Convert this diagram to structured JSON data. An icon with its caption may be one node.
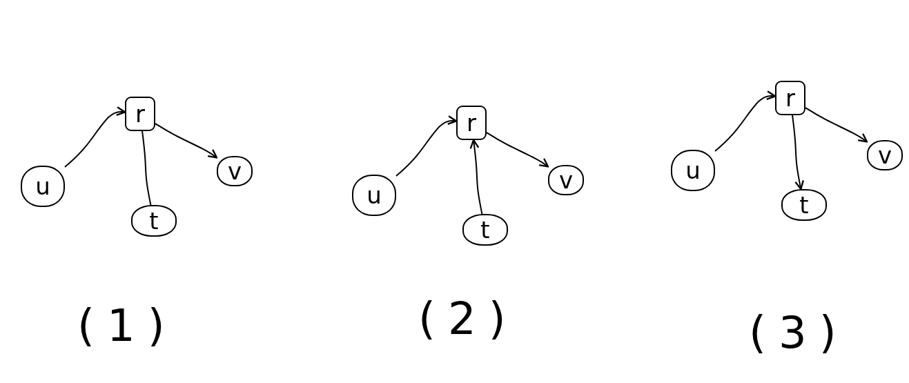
{
  "diagram": {
    "nodes": [
      {
        "text": [
          "r"
        ]
      },
      {
        "text": [
          "u"
        ]
      },
      {
        "text": [
          "v"
        ]
      },
      {
        "text": [
          "t"
        ]
      },
      {
        "text": [
          "r"
        ]
      },
      {
        "text": [
          "u"
        ]
      },
      {
        "text": [
          "v"
        ]
      },
      {
        "text": [
          "t"
        ]
      },
      {
        "text": [
          "r"
        ]
      },
      {
        "text": [
          "u"
        ]
      },
      {
        "text": [
          "v"
        ]
      },
      {
        "text": [
          "t"
        ]
      }
    ],
    "edges": [
      {
        "from": 1,
        "to": 0,
        "arrow": "to"
      },
      {
        "from": 0,
        "to": 2,
        "arrow": "to"
      },
      {
        "from": 0,
        "to": 3,
        "arrow": "none"
      },
      {
        "from": 5,
        "to": 4,
        "arrow": "to"
      },
      {
        "from": 4,
        "to": 6,
        "arrow": "to"
      },
      {
        "from": 7,
        "to": 4,
        "arrow": "to"
      },
      {
        "from": 9,
        "to": 8,
        "arrow": "to"
      },
      {
        "from": 8,
        "to": 10,
        "arrow": "to"
      },
      {
        "from": 8,
        "to": 11,
        "arrow": "to"
      }
    ],
    "labels": [
      "(1)",
      "(2)",
      "(3)"
    ]
  }
}
